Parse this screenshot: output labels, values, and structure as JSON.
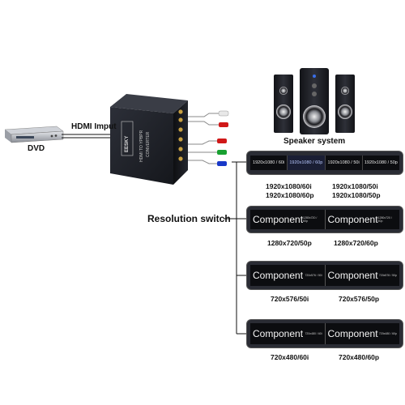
{
  "labels": {
    "dvd": "DVD",
    "hdmi_input": "HDMI Imput",
    "speaker_system": "Speaker system",
    "resolution_switch": "Resolution switch"
  },
  "device": {
    "brand": "EESKY",
    "model_line1": "HDMI TO YPBPR",
    "model_line2": "CONVERTER"
  },
  "screens": [
    {
      "strip": [
        "1920x1080 / 60i",
        "1920x1080 / 60p",
        "1920x1080 / 50i",
        "1920x1080 / 50p"
      ],
      "captions": [
        "1920x1080/60i",
        "1920x1080/50i",
        "1920x1080/60p",
        "1920x1080/50p"
      ]
    },
    {
      "panels": [
        {
          "title": "Component",
          "res": "1280x720 / 60p"
        },
        {
          "title": "Component",
          "res": "1280x720 / 50p"
        }
      ],
      "captions": [
        "1280x720/50p",
        "1280x720/60p"
      ]
    },
    {
      "panels": [
        {
          "title": "Component",
          "res": "720x576 / 50i"
        },
        {
          "title": "Component",
          "res": "720x576 / 50p"
        }
      ],
      "captions": [
        "720x576/50i",
        "720x576/50p"
      ]
    },
    {
      "panels": [
        {
          "title": "Component",
          "res": "720x480 / 60i"
        },
        {
          "title": "Component",
          "res": "720x480 / 60p"
        }
      ],
      "captions": [
        "720x480/60i",
        "720x480/60p"
      ]
    }
  ],
  "colors": {
    "cable_red": "#d01818",
    "cable_green": "#18a030",
    "cable_blue": "#1838c8",
    "cable_white": "#e8e8e8",
    "device_body": "#1a1c22",
    "screen_frame": "#2a2c34"
  }
}
